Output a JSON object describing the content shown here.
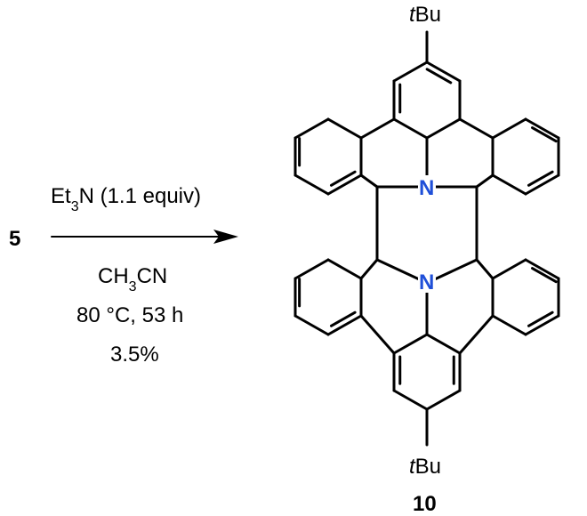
{
  "reactant": {
    "label": "5"
  },
  "reagent": {
    "main": "Et",
    "sub": "3",
    "rest": "N (1.1 equiv)"
  },
  "conditions": [
    {
      "main": "CH",
      "sub": "3",
      "rest": "CN"
    },
    {
      "text": "80 °C, 53 h"
    },
    {
      "text": "3.5%"
    }
  ],
  "product": {
    "label": "10",
    "substituent_top": {
      "italic": "t",
      "rest": "Bu"
    },
    "substituent_bottom": {
      "italic": "t",
      "rest": "Bu"
    },
    "atom_labels": [
      "N",
      "N"
    ]
  },
  "colors": {
    "nitrogen": "#1f4fd8",
    "text": "#000000",
    "bonds": "#000000"
  }
}
